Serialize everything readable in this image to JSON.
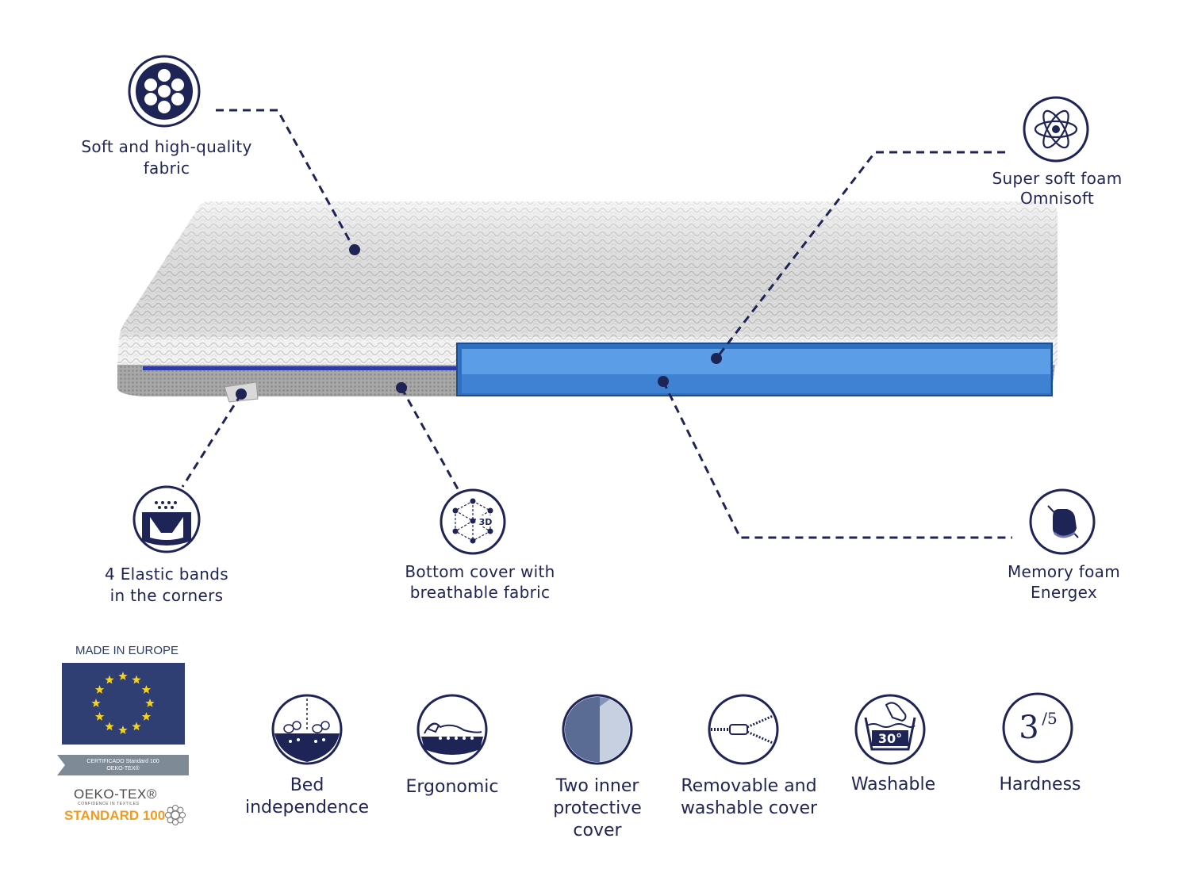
{
  "features": {
    "fabric": "Soft and high-quality\nfabric",
    "omnisoft": "Super soft foam\nOmnisoft",
    "elastic": "4 Elastic bands\nin the corners",
    "bottom_cover": "Bottom cover with\nbreathable fabric",
    "energex": "Memory foam\nEnergex",
    "bottom_cover_icon_text": "3D"
  },
  "certification": {
    "made_in": "MADE IN EUROPE",
    "band_line1": "CERTIFICADO Standard 100",
    "band_line2": "OEKO-TEX®",
    "brand": "OEKO-TEX®",
    "sub": "CONFIDENCE IN TEXTILES",
    "standard": "STANDARD 100"
  },
  "benefits": [
    {
      "label": "Bed\nindependence",
      "icon": "bed-independence-icon"
    },
    {
      "label": "Ergonomic",
      "icon": "ergonomic-icon"
    },
    {
      "label": "Two inner\nprotective\ncover",
      "icon": "inner-cover-icon"
    },
    {
      "label": "Removable and\nwashable cover",
      "icon": "zipper-icon"
    },
    {
      "label": "Washable",
      "icon": "washable-icon",
      "temp": "30°"
    },
    {
      "label": "Hardness",
      "icon": "hardness-icon",
      "value": "3",
      "max": "/5"
    }
  ],
  "colors": {
    "navy": "#1f2456",
    "foam_blue": "#4a90d9",
    "eu_blue": "#2f3f74",
    "eu_star": "#f7d21b",
    "oeko_orange": "#f29c1f"
  }
}
